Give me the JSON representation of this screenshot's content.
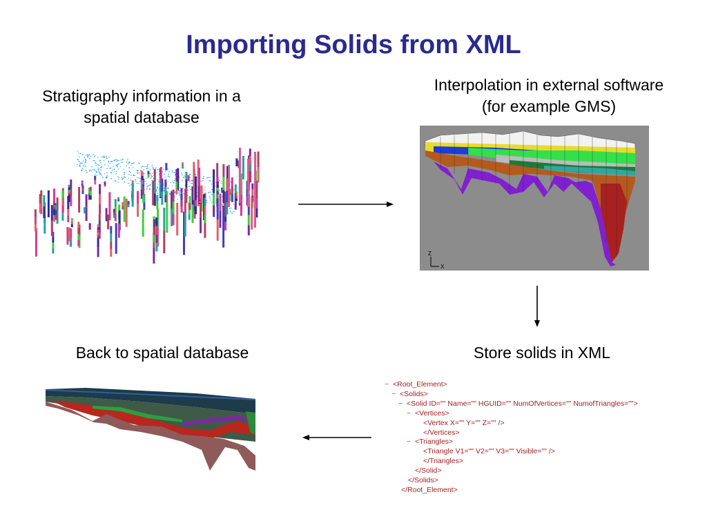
{
  "slide": {
    "title": "Importing Solids from XML",
    "steps": {
      "stratigraphy": {
        "line1": "Stratigraphy information in a",
        "line2": "spatial database"
      },
      "interpolation": {
        "line1": "Interpolation in external software",
        "line2": "(for example GMS)"
      },
      "store": {
        "label": "Store solids in XML"
      },
      "back": {
        "label": "Back to spatial database"
      }
    },
    "gms_axis": {
      "z": "Z",
      "x": "X"
    },
    "xml_lines": [
      {
        "toggle": "−",
        "text": "<Root_Element>"
      },
      {
        "toggle": "−",
        "text": "<Solids>"
      },
      {
        "toggle": "−",
        "text": "<Solid ID=\"\" Name=\"\" HGUID=\"\" NumOfVertices=\"\" NumofTriangles=\"\">"
      },
      {
        "toggle": "−",
        "text": "<Vertices>"
      },
      {
        "toggle": "",
        "text": "<Vertex X=\"\" Y=\"\" Z=\"\" />"
      },
      {
        "toggle": "",
        "text": "</Vertices>"
      },
      {
        "toggle": "−",
        "text": "<Triangles>"
      },
      {
        "toggle": "",
        "text": "<Triangle V1=\"\" V2=\"\" V3=\"\" Visible=\"\" />"
      },
      {
        "toggle": "",
        "text": "</Triangles>"
      },
      {
        "toggle": "",
        "text": "</Solid>"
      },
      {
        "toggle": "",
        "text": "</Solids>"
      },
      {
        "toggle": "",
        "text": "</Root_Element>"
      }
    ],
    "colors": {
      "title": "#2a2a8e",
      "gms_background": "#8c8c8c",
      "xml_tag": "#a02020",
      "xml_toggle": "#d04040"
    }
  }
}
